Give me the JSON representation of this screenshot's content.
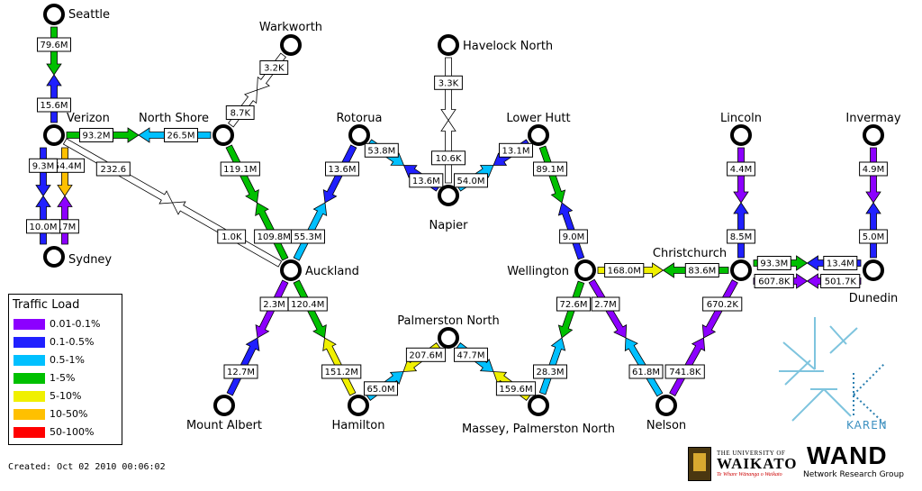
{
  "nodes": [
    {
      "id": "seattle",
      "label": "Seattle"
    },
    {
      "id": "verizon",
      "label": "Verizon"
    },
    {
      "id": "sydney",
      "label": "Sydney"
    },
    {
      "id": "warkworth",
      "label": "Warkworth"
    },
    {
      "id": "northshore",
      "label": "North Shore"
    },
    {
      "id": "rotorua",
      "label": "Rotorua"
    },
    {
      "id": "havelock",
      "label": "Havelock North"
    },
    {
      "id": "napier",
      "label": "Napier"
    },
    {
      "id": "lowerhutt",
      "label": "Lower Hutt"
    },
    {
      "id": "auckland",
      "label": "Auckland"
    },
    {
      "id": "wellington",
      "label": "Wellington"
    },
    {
      "id": "christchurch",
      "label": "Christchurch"
    },
    {
      "id": "lincoln",
      "label": "Lincoln"
    },
    {
      "id": "invermay",
      "label": "Invermay"
    },
    {
      "id": "dunedin",
      "label": "Dunedin"
    },
    {
      "id": "mountalbert",
      "label": "Mount Albert"
    },
    {
      "id": "hamilton",
      "label": "Hamilton"
    },
    {
      "id": "palmerston",
      "label": "Palmerston North"
    },
    {
      "id": "massey",
      "label": "Massey, Palmerston North"
    },
    {
      "id": "nelson",
      "label": "Nelson"
    }
  ],
  "links": [
    {
      "a": "seattle",
      "b": "verizon",
      "to_b": "79.6M",
      "to_a": "15.6M"
    },
    {
      "a": "verizon",
      "b": "sydney",
      "to_b": "254.4M",
      "to_a": "1.7M",
      "pair": "left"
    },
    {
      "a": "verizon",
      "b": "sydney",
      "to_b": "9.3M",
      "to_a": "10.0M",
      "pair": "right"
    },
    {
      "a": "verizon",
      "b": "northshore",
      "to_b": "93.2M",
      "to_a": "26.5M"
    },
    {
      "a": "verizon",
      "b": "auckland",
      "to_b": "232.6",
      "to_a": "1.0K"
    },
    {
      "a": "warkworth",
      "b": "northshore",
      "to_b": "3.2K",
      "to_a": "8.7K"
    },
    {
      "a": "northshore",
      "b": "auckland",
      "to_b": "119.1M",
      "to_a": "109.8M"
    },
    {
      "a": "rotorua",
      "b": "auckland",
      "to_b": "13.6M",
      "to_a": "55.3M"
    },
    {
      "a": "rotorua",
      "b": "napier",
      "to_b": "53.8M",
      "to_a": "13.6M"
    },
    {
      "a": "havelock",
      "b": "napier",
      "to_b": "3.3K",
      "to_a": "10.6K"
    },
    {
      "a": "lowerhutt",
      "b": "napier",
      "to_b": "13.1M",
      "to_a": "54.0M"
    },
    {
      "a": "lowerhutt",
      "b": "wellington",
      "to_b": "89.1M",
      "to_a": "9.0M"
    },
    {
      "a": "wellington",
      "b": "christchurch",
      "to_b": "168.0M",
      "to_a": "83.6M"
    },
    {
      "a": "lincoln",
      "b": "christchurch",
      "to_b": "4.4M",
      "to_a": "8.5M"
    },
    {
      "a": "christchurch",
      "b": "dunedin",
      "to_b": "93.3M",
      "to_a": "13.4M",
      "pair": "upper"
    },
    {
      "a": "christchurch",
      "b": "dunedin",
      "to_b": "607.8K",
      "to_a": "501.7K",
      "pair": "lower"
    },
    {
      "a": "invermay",
      "b": "dunedin",
      "to_b": "4.9M",
      "to_a": "5.0M"
    },
    {
      "a": "auckland",
      "b": "mountalbert",
      "to_b": "2.3M",
      "to_a": "12.7M"
    },
    {
      "a": "auckland",
      "b": "hamilton",
      "to_b": "120.4M",
      "to_a": "151.2M"
    },
    {
      "a": "hamilton",
      "b": "palmerston",
      "to_b": "65.0M",
      "to_a": "207.6M"
    },
    {
      "a": "palmerston",
      "b": "massey",
      "to_b": "47.7M",
      "to_a": "159.6M"
    },
    {
      "a": "massey",
      "b": "wellington",
      "to_b": "28.3M",
      "to_a": "72.6M"
    },
    {
      "a": "wellington",
      "b": "nelson",
      "to_b": "2.7M",
      "to_a": "61.8M"
    },
    {
      "a": "nelson",
      "b": "christchurch",
      "to_b": "741.8K",
      "to_a": "670.2K"
    }
  ],
  "legend": {
    "title": "Traffic Load",
    "bands": [
      {
        "label": "0.01-0.1%",
        "color": "#8c00ff"
      },
      {
        "label": "0.1-0.5%",
        "color": "#2020ff"
      },
      {
        "label": "0.5-1%",
        "color": "#00c0ff"
      },
      {
        "label": "1-5%",
        "color": "#00c000"
      },
      {
        "label": "5-10%",
        "color": "#f0f000"
      },
      {
        "label": "10-50%",
        "color": "#ffc000"
      },
      {
        "label": "50-100%",
        "color": "#ff0000"
      }
    ]
  },
  "created": "Created: Oct 02 2010 00:06:02",
  "logos": {
    "karen": "KAREN",
    "waikato_top": "THE UNIVERSITY OF",
    "waikato_main": "WAIKATO",
    "waikato_tag": "Te Whare Wānanga o Waikato",
    "wand_word": "WAND",
    "wand_sub": "Network Research Group"
  }
}
